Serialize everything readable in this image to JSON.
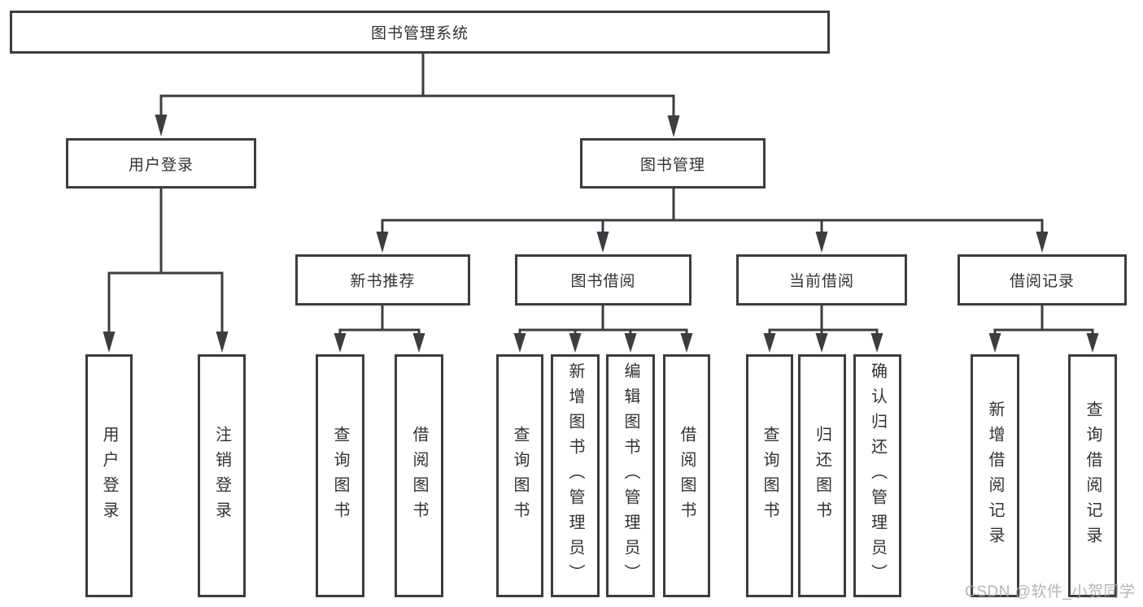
{
  "tree": {
    "root": "图书管理系统",
    "branches": [
      {
        "label": "用户登录",
        "children": [
          {
            "label": "用户登录"
          },
          {
            "label": "注销登录"
          }
        ]
      },
      {
        "label": "图书管理",
        "children": [
          {
            "label": "新书推荐",
            "children": [
              {
                "label": "查询图书"
              },
              {
                "label": "借阅图书"
              }
            ]
          },
          {
            "label": "图书借阅",
            "children": [
              {
                "label": "查询图书"
              },
              {
                "label": "新增图书（管理员）"
              },
              {
                "label": "编辑图书（管理员）"
              },
              {
                "label": "借阅图书"
              }
            ]
          },
          {
            "label": "当前借阅",
            "children": [
              {
                "label": "查询图书"
              },
              {
                "label": "归还图书"
              },
              {
                "label": "确认归还（管理员）"
              }
            ]
          },
          {
            "label": "借阅记录",
            "children": [
              {
                "label": "新增借阅记录"
              },
              {
                "label": "查询借阅记录"
              }
            ]
          }
        ]
      }
    ]
  },
  "watermark": {
    "text": "CSDN @软件_小贺同学"
  },
  "colors": {
    "line": "#3a3d41",
    "text": "#2f3235",
    "box_background": "#ffffff",
    "watermark": "#a9a9a9",
    "page_background": "#ffffff"
  }
}
